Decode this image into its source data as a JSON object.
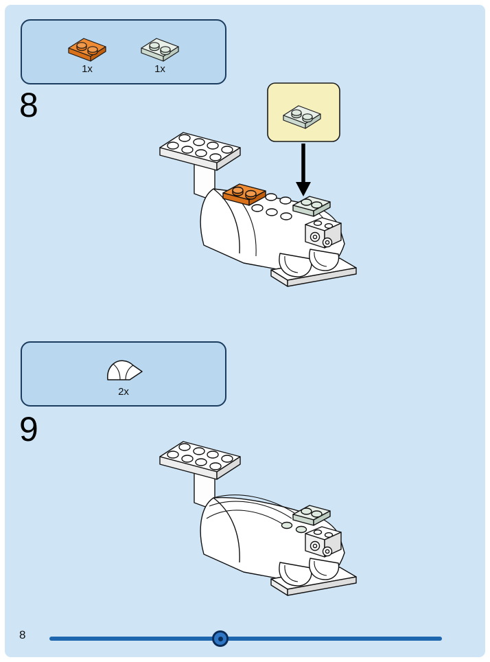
{
  "steps": [
    {
      "number": "8",
      "parts": [
        {
          "name": "orange-plate-1x2",
          "count": "1x",
          "color": "#ef8b33"
        },
        {
          "name": "mint-plate-1x2",
          "count": "1x",
          "color": "#e9f0ea"
        }
      ],
      "callout": {
        "part": "mint-plate-1x2",
        "background_color": "#f6f0bd"
      }
    },
    {
      "number": "9",
      "parts": [
        {
          "name": "white-curved-slope-1x2",
          "count": "2x",
          "color": "#ffffff"
        }
      ]
    }
  ],
  "footer": {
    "page_number": "8",
    "progress_fraction": 0.44
  },
  "colors": {
    "page_background": "#cfe5f6",
    "parts_box_fill": "#b9d8ef",
    "parts_box_border": "#1b3c5e",
    "callout_fill": "#f6f0bd",
    "progress_bar": "#1e66ad",
    "progress_knob": "#2f77c5",
    "progress_knob_ring": "#0b2c57"
  }
}
